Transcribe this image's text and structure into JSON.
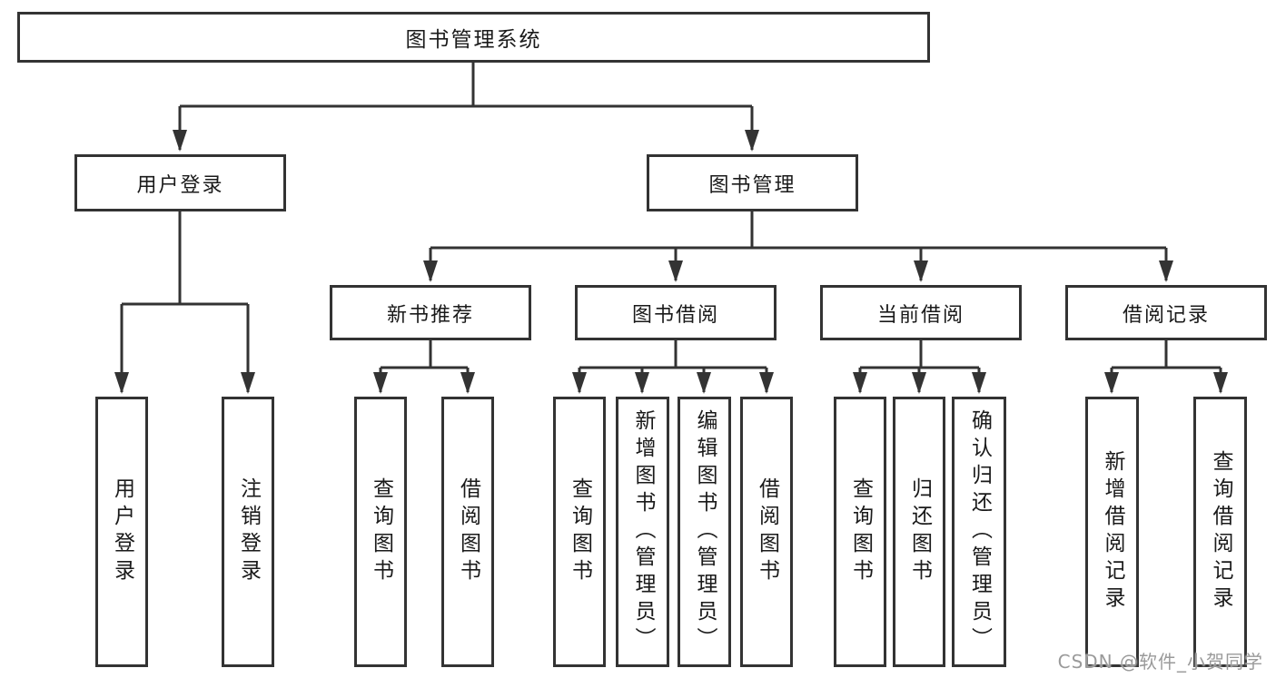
{
  "diagram": {
    "root": {
      "label": "图书管理系统"
    },
    "level1": [
      {
        "id": "user-login",
        "label": "用户登录"
      },
      {
        "id": "book-management",
        "label": "图书管理"
      }
    ],
    "level2": [
      {
        "id": "new-book-recommend",
        "label": "新书推荐"
      },
      {
        "id": "book-borrowing",
        "label": "图书借阅"
      },
      {
        "id": "current-borrowing",
        "label": "当前借阅"
      },
      {
        "id": "borrow-records",
        "label": "借阅记录"
      }
    ],
    "leaves": [
      {
        "parent": "user-login",
        "label": "用户登录"
      },
      {
        "parent": "user-login",
        "label": "注销登录"
      },
      {
        "parent": "new-book-recommend",
        "label": "查询图书"
      },
      {
        "parent": "new-book-recommend",
        "label": "借阅图书"
      },
      {
        "parent": "book-borrowing",
        "label": "查询图书"
      },
      {
        "parent": "book-borrowing",
        "label": "新增图书（管理员）"
      },
      {
        "parent": "book-borrowing",
        "label": "编辑图书（管理员）"
      },
      {
        "parent": "book-borrowing",
        "label": "借阅图书"
      },
      {
        "parent": "current-borrowing",
        "label": "查询图书"
      },
      {
        "parent": "current-borrowing",
        "label": "归还图书"
      },
      {
        "parent": "current-borrowing",
        "label": "确认归还（管理员）"
      },
      {
        "parent": "borrow-records",
        "label": "新增借阅记录"
      },
      {
        "parent": "borrow-records",
        "label": "查询借阅记录"
      }
    ]
  },
  "watermark": {
    "text": "CSDN @软件_小贺同学"
  },
  "colors": {
    "line": "#333333",
    "text": "#1a1a1a",
    "background": "#ffffff",
    "watermark": "#9a9a9a"
  }
}
